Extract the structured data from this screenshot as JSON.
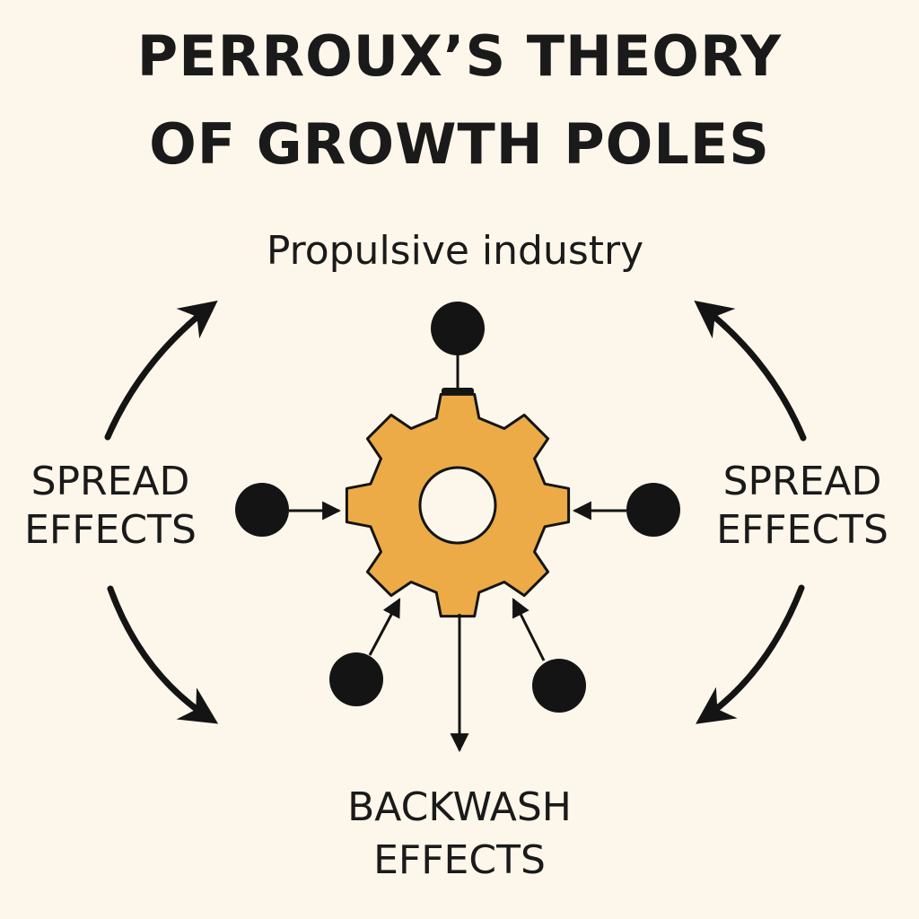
{
  "title": {
    "line1": "PERROUX’S THEORY",
    "line2": "OF GROWTH POLES"
  },
  "labels": {
    "top": "Propulsive industry",
    "left_line1": "SPREAD",
    "left_line2": "EFFECTS",
    "right_line1": "SPREAD",
    "right_line2": "EFFECTS",
    "bottom_line1": "BACKWASH",
    "bottom_line2": "EFFECTS"
  },
  "colors": {
    "background": "#fcf7ea",
    "gear_fill": "#ecab47",
    "ink": "#141414"
  }
}
